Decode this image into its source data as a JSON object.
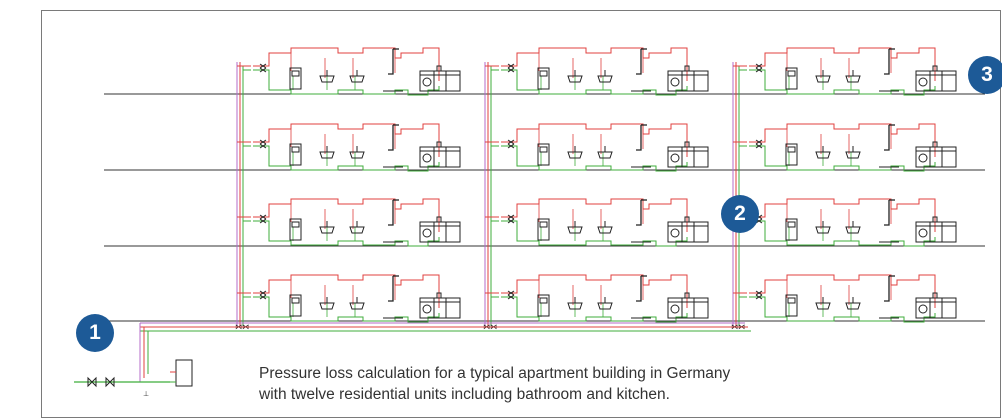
{
  "colors": {
    "hot_water": "#e0403f",
    "cold_water": "#3fae3b",
    "circulation": "#b56bc9",
    "floor_line": "#333333",
    "fixture": "#222222",
    "badge": "#1d5a97",
    "frame": "#7a7a7a"
  },
  "markers": [
    {
      "id": "building-supply",
      "label": "1"
    },
    {
      "id": "riser-section",
      "label": "2"
    },
    {
      "id": "top-floor-unit",
      "label": "3"
    }
  ],
  "caption": {
    "line1": "Pressure loss calculation for a typical apartment building in Germany",
    "line2": "with twelve residential units including bathroom and kitchen."
  },
  "building": {
    "floors": 4,
    "units_per_floor": 3,
    "fixtures_per_unit": [
      "wc",
      "washbasin",
      "washbasin",
      "shower",
      "washing-machine",
      "kitchen-sink"
    ]
  }
}
